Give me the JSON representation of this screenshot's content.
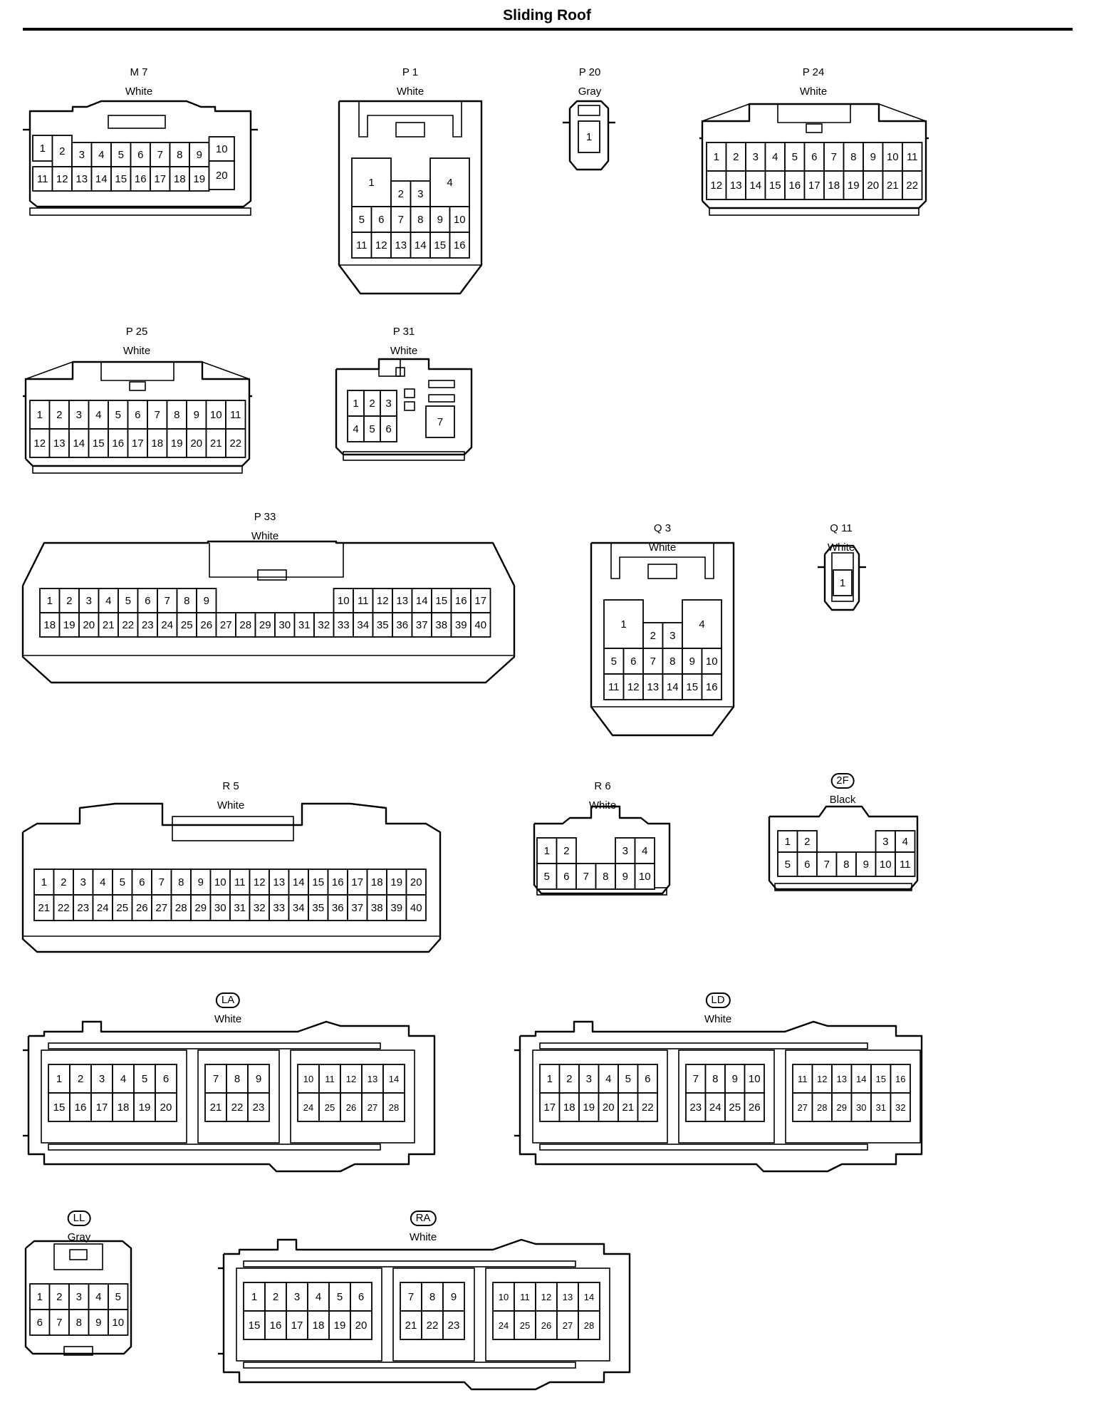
{
  "title": "Sliding Roof",
  "connectors": [
    {
      "id": "m7",
      "code": "M 7",
      "color": "White",
      "boxed": false,
      "rows": [
        [
          "1",
          "2",
          "3",
          "4",
          "5",
          "6",
          "7",
          "8",
          "9",
          "10"
        ],
        [
          "11",
          "12",
          "13",
          "14",
          "15",
          "16",
          "17",
          "18",
          "19",
          "20"
        ]
      ]
    },
    {
      "id": "p1",
      "code": "P 1",
      "color": "White",
      "boxed": false,
      "rows": [
        [
          "1",
          "2",
          "3",
          "4"
        ],
        [
          "5",
          "6",
          "7",
          "8",
          "9",
          "10"
        ],
        [
          "11",
          "12",
          "13",
          "14",
          "15",
          "16"
        ]
      ]
    },
    {
      "id": "p20",
      "code": "P 20",
      "color": "Gray",
      "boxed": false,
      "rows": [
        [
          "1"
        ]
      ]
    },
    {
      "id": "p24",
      "code": "P 24",
      "color": "White",
      "boxed": false,
      "rows": [
        [
          "1",
          "2",
          "3",
          "4",
          "5",
          "6",
          "7",
          "8",
          "9",
          "10",
          "11"
        ],
        [
          "12",
          "13",
          "14",
          "15",
          "16",
          "17",
          "18",
          "19",
          "20",
          "21",
          "22"
        ]
      ]
    },
    {
      "id": "p25",
      "code": "P 25",
      "color": "White",
      "boxed": false,
      "rows": [
        [
          "1",
          "2",
          "3",
          "4",
          "5",
          "6",
          "7",
          "8",
          "9",
          "10",
          "11"
        ],
        [
          "12",
          "13",
          "14",
          "15",
          "16",
          "17",
          "18",
          "19",
          "20",
          "21",
          "22"
        ]
      ]
    },
    {
      "id": "p31",
      "code": "P 31",
      "color": "White",
      "boxed": false,
      "rows": [
        [
          "1",
          "2",
          "3"
        ],
        [
          "4",
          "5",
          "6"
        ],
        [
          "7"
        ]
      ]
    },
    {
      "id": "p33",
      "code": "P 33",
      "color": "White",
      "boxed": false,
      "rows": [
        [
          "1",
          "2",
          "3",
          "4",
          "5",
          "6",
          "7",
          "8",
          "9",
          "10",
          "11",
          "12",
          "13",
          "14",
          "15",
          "16",
          "17"
        ],
        [
          "18",
          "19",
          "20",
          "21",
          "22",
          "23",
          "24",
          "25",
          "26",
          "27",
          "28",
          "29",
          "30",
          "31",
          "32",
          "33",
          "34",
          "35",
          "36",
          "37",
          "38",
          "39",
          "40"
        ]
      ]
    },
    {
      "id": "q3",
      "code": "Q 3",
      "color": "White",
      "boxed": false,
      "rows": [
        [
          "1",
          "2",
          "3",
          "4"
        ],
        [
          "5",
          "6",
          "7",
          "8",
          "9",
          "10"
        ],
        [
          "11",
          "12",
          "13",
          "14",
          "15",
          "16"
        ]
      ]
    },
    {
      "id": "q11",
      "code": "Q 11",
      "color": "White",
      "boxed": false,
      "rows": [
        [
          "1"
        ]
      ]
    },
    {
      "id": "r5",
      "code": "R 5",
      "color": "White",
      "boxed": false,
      "rows": [
        [
          "1",
          "2",
          "3",
          "4",
          "5",
          "6",
          "7",
          "8",
          "9",
          "10",
          "11",
          "12",
          "13",
          "14",
          "15",
          "16",
          "17",
          "18",
          "19",
          "20"
        ],
        [
          "21",
          "22",
          "23",
          "24",
          "25",
          "26",
          "27",
          "28",
          "29",
          "30",
          "31",
          "32",
          "33",
          "34",
          "35",
          "36",
          "37",
          "38",
          "39",
          "40"
        ]
      ]
    },
    {
      "id": "r6",
      "code": "R 6",
      "color": "White",
      "boxed": false,
      "rows": [
        [
          "1",
          "2",
          "3",
          "4"
        ],
        [
          "5",
          "6",
          "7",
          "8",
          "9",
          "10"
        ]
      ]
    },
    {
      "id": "c2f",
      "code": "2F",
      "color": "Black",
      "boxed": true,
      "rows": [
        [
          "1",
          "2",
          "3",
          "4"
        ],
        [
          "5",
          "6",
          "7",
          "8",
          "9",
          "10",
          "11"
        ]
      ]
    },
    {
      "id": "la",
      "code": "LA",
      "color": "White",
      "boxed": true,
      "rows": [
        [
          "1",
          "2",
          "3",
          "4",
          "5",
          "6",
          "7",
          "8",
          "9",
          "10",
          "11",
          "12",
          "13",
          "14"
        ],
        [
          "15",
          "16",
          "17",
          "18",
          "19",
          "20",
          "21",
          "22",
          "23",
          "24",
          "25",
          "26",
          "27",
          "28"
        ]
      ]
    },
    {
      "id": "ld",
      "code": "LD",
      "color": "White",
      "boxed": true,
      "rows": [
        [
          "1",
          "2",
          "3",
          "4",
          "5",
          "6",
          "7",
          "8",
          "9",
          "10",
          "11",
          "12",
          "13",
          "14",
          "15",
          "16"
        ],
        [
          "17",
          "18",
          "19",
          "20",
          "21",
          "22",
          "23",
          "24",
          "25",
          "26",
          "27",
          "28",
          "29",
          "30",
          "31",
          "32"
        ]
      ]
    },
    {
      "id": "ll",
      "code": "LL",
      "color": "Gray",
      "boxed": true,
      "rows": [
        [
          "1",
          "2",
          "3",
          "4",
          "5"
        ],
        [
          "6",
          "7",
          "8",
          "9",
          "10"
        ]
      ]
    },
    {
      "id": "ra",
      "code": "RA",
      "color": "White",
      "boxed": true,
      "rows": [
        [
          "1",
          "2",
          "3",
          "4",
          "5",
          "6",
          "7",
          "8",
          "9",
          "10",
          "11",
          "12",
          "13",
          "14"
        ],
        [
          "15",
          "16",
          "17",
          "18",
          "19",
          "20",
          "21",
          "22",
          "23",
          "24",
          "25",
          "26",
          "27",
          "28"
        ]
      ]
    }
  ]
}
